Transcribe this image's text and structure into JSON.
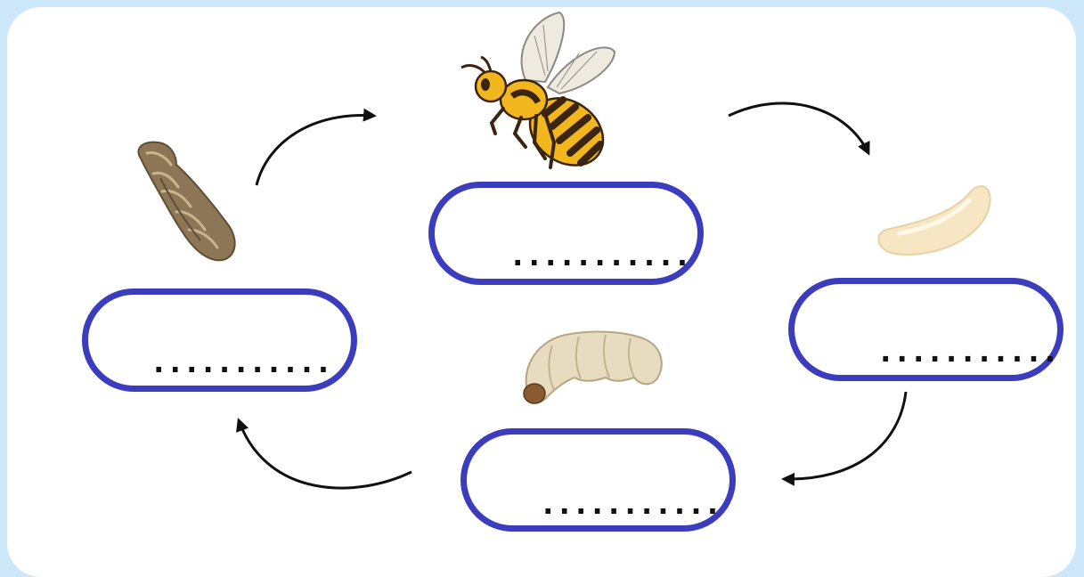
{
  "diagram": {
    "stages": [
      {
        "id": "adult",
        "icon": "adult-bee-icon",
        "blank": "..........."
      },
      {
        "id": "egg",
        "icon": "egg-icon",
        "blank": "..........."
      },
      {
        "id": "larva",
        "icon": "larva-icon",
        "blank": "..........."
      },
      {
        "id": "pupa",
        "icon": "pupa-icon",
        "blank": "..........."
      }
    ],
    "colors": {
      "background": "#cde7fb",
      "panel": "#ffffff",
      "box_border": "#3b3dbd",
      "arrow": "#111111",
      "bee_yellow": "#f2b71f",
      "bee_stripe": "#3b2410",
      "egg": "#f6e6c4",
      "larva": "#e8dcc0",
      "pupa": "#8c7656"
    }
  }
}
